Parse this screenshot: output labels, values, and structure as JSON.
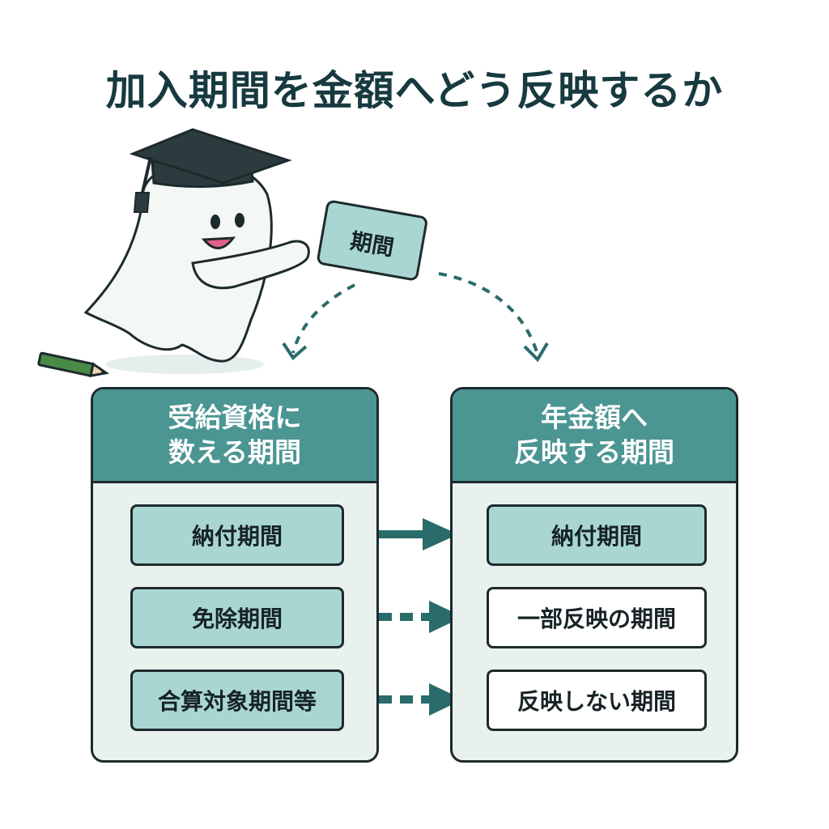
{
  "title": "加入期間を金額へどう反映するか",
  "card_label": "期間",
  "left_panel": {
    "header_line1": "受給資格に",
    "header_line2": "数える期間",
    "items": [
      "納付期間",
      "免除期間",
      "合算対象期間等"
    ]
  },
  "right_panel": {
    "header_line1": "年金額へ",
    "header_line2": "反映する期間",
    "items": [
      "納付期間",
      "一部反映の期間",
      "反映しない期間"
    ]
  },
  "colors": {
    "teal_header": "#4b9593",
    "light_teal_fill": "#a9d6d2",
    "panel_bg": "#e9f1ef",
    "arrow": "#2a6b6b",
    "title": "#173a40"
  }
}
